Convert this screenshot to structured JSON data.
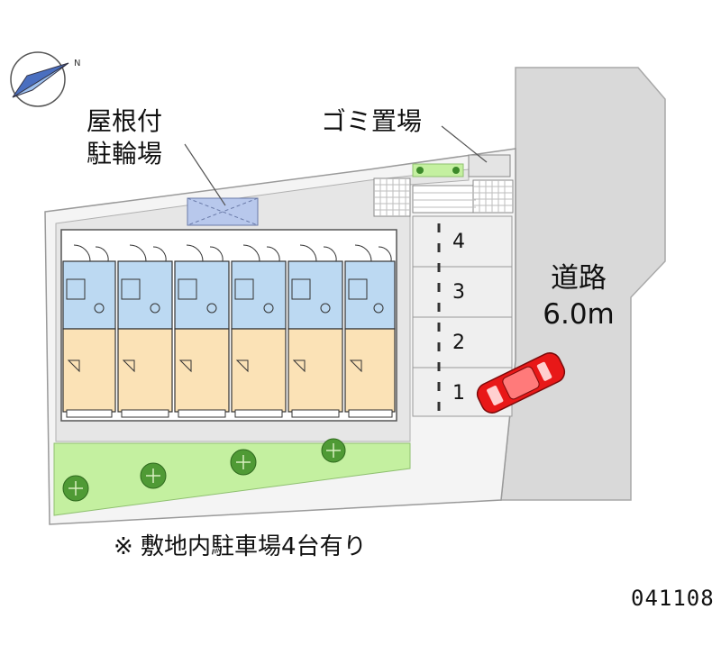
{
  "labels": {
    "bike_parking_line1": "屋根付",
    "bike_parking_line2": "駐輪場",
    "garbage": "ゴミ置場",
    "road_line1": "道路",
    "road_line2": "6.0m",
    "note": "※ 敷地内駐車場4台有り",
    "code": "041108"
  },
  "parking_slots": [
    "4",
    "3",
    "2",
    "1"
  ],
  "units_count": 6,
  "icons": {
    "compass": "north-arrow-icon",
    "car": "car-icon",
    "tree": "tree-icon"
  },
  "colors": {
    "site_border": "#9a9a9a",
    "walkway": "#e6e6e6",
    "unit_wet_area": "#bcd9f2",
    "unit_room": "#fbe2b6",
    "lawn": "#c4f0a0",
    "road": "#d9d9d9",
    "parking": "#efefef",
    "car": "#e81818",
    "bike_shelter": "#b8c8ec"
  }
}
